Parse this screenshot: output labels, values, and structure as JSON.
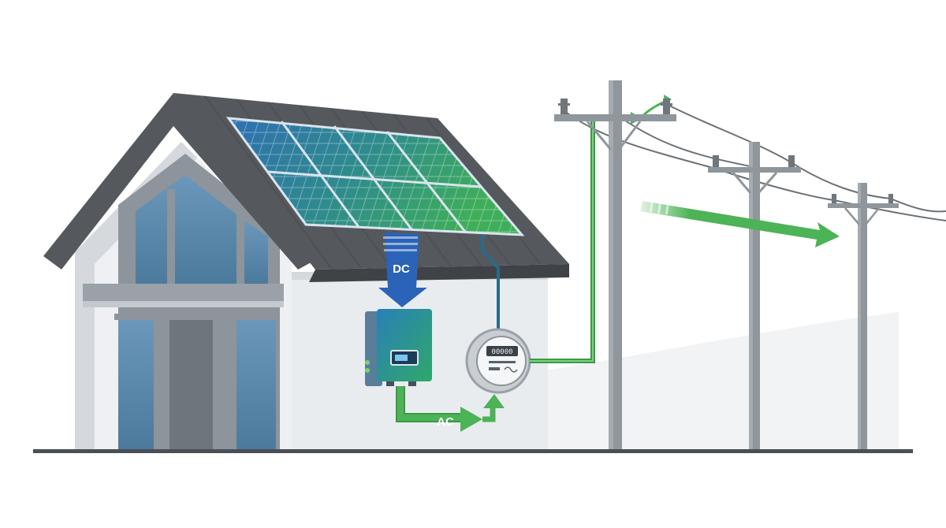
{
  "labels": {
    "dc": "DC",
    "ac": "AC"
  },
  "meter": {
    "display_digits": "00000"
  },
  "colors": {
    "roof": "#55595e",
    "roof_dark": "#3f4347",
    "wall": "#e9ecef",
    "wall_shadow": "#d5d9dd",
    "frame": "#8d949b",
    "window": "#5a88aa",
    "window_dark": "#456f8f",
    "panel_blue": "#2f6fb2",
    "panel_green": "#3fae5a",
    "dc_arrow": "#2a63b8",
    "ac_arrow": "#4cb356",
    "grid_arrow": "#4cb356",
    "pole": "#8f969c",
    "wire": "#6b7178",
    "ground": "#4a4f55",
    "hill": "#f1f3f5"
  },
  "icons": [
    "solar-panel-icon",
    "inverter-icon",
    "electric-meter-icon",
    "utility-pole-icon",
    "house-icon"
  ]
}
